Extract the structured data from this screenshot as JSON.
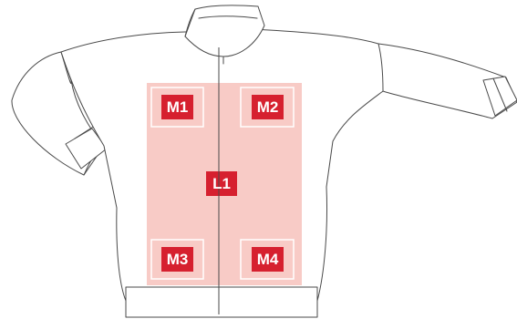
{
  "colors": {
    "zone_fill": "#f8cbc6",
    "badge_red": "#d6202f",
    "outline": "#4a4a4a",
    "inset_frame": "#ffffff"
  },
  "zones": {
    "large": {
      "label": "L1"
    },
    "medium": [
      {
        "label": "M1"
      },
      {
        "label": "M2"
      },
      {
        "label": "M3"
      },
      {
        "label": "M4"
      }
    ]
  },
  "icons": {
    "garment": "jacket-outline-icon"
  }
}
